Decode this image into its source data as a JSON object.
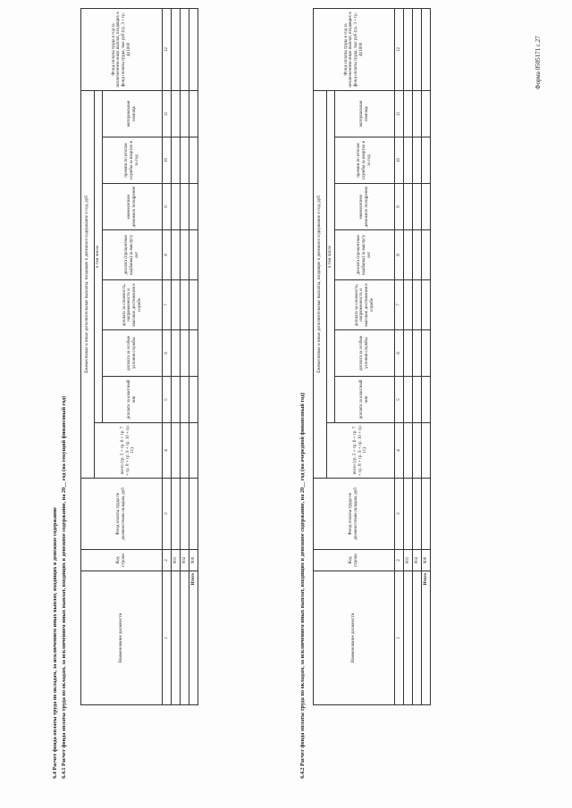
{
  "form": {
    "code": "Форма 0505171 с.27"
  },
  "section": {
    "title": "6.4 Расчет фонда оплаты труда по окладам, за исключением иных выплат, входящих в денежное содержание",
    "sub1": "6.4.1 Расчет фонда оплаты труда по окладам, за исключением иных выплат, входящих в денежное содержание, на 20__ год (на текущий финансовый год)",
    "sub2": "6.4.2 Расчет фонда оплаты труда по окладам, за исключением иных выплат, входящих в денежное содержание, на 20__ год (на очередной финансовый год)"
  },
  "columns": {
    "name": "Наименование должности",
    "code": "Код строки",
    "fund_salary": "Фонд оплаты труда по должностным окладам, руб",
    "group_title": "Ежемесячные и иные дополнительные выплаты, входящие в денежное содержание в год, руб",
    "total": "всего (гр. 5 + гр. 6 + гр. 7 + гр. 8 + гр. 9 + гр. 10 + гр. 11)",
    "incl": "в том числе",
    "c5": "доплата за классный чин",
    "c6": "доплата за особые условия службы",
    "c7": "доплата за сложность, напряженность и высокие достижения в службе",
    "c8": "доплата (процентная надбавка) за выслугу лет",
    "c9": "ежемесячное денежное поощрение",
    "c10": "премии по итогам службы за квартал и за год",
    "c11": "материальная помощь",
    "c12": "Фонд оплаты труда в год за исключением иных выплат, входящих в фонд оплаты труда, тыс руб (гр. 3 + гр. 4)/1000"
  },
  "numbers": {
    "n1": "1",
    "n2": "2",
    "n3": "3",
    "n4": "4",
    "n5": "5",
    "n6": "6",
    "n7": "7",
    "n8": "8",
    "n9": "9",
    "n10": "10",
    "n11": "11",
    "n12": "12"
  },
  "rows": {
    "r1": "001",
    "r2": "002",
    "total_code": "900",
    "total_label": "Итого"
  }
}
